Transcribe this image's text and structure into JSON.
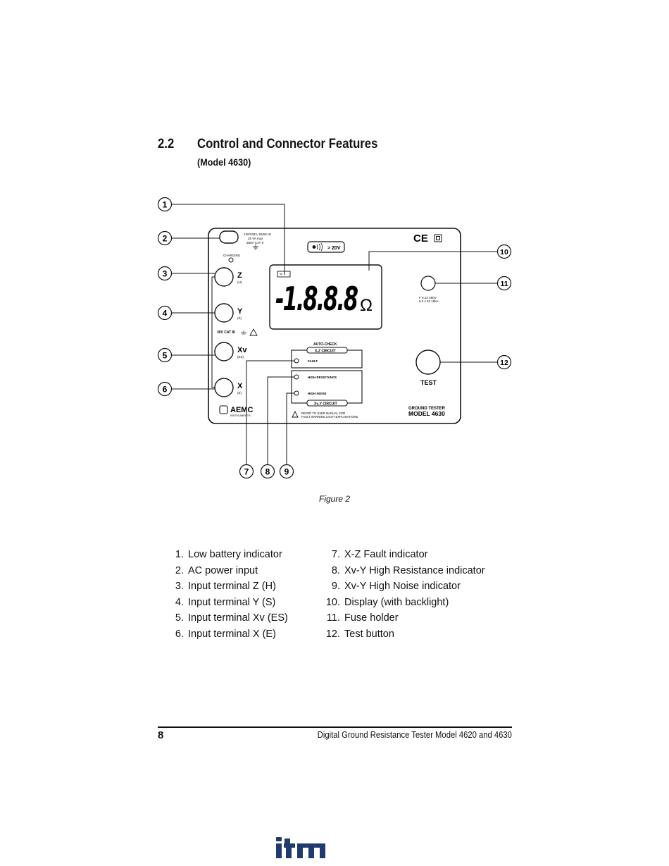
{
  "section": {
    "number": "2.2",
    "title": "Control and Connector Features",
    "subtitle": "(Model 4630)"
  },
  "figure": {
    "caption": "Figure 2",
    "callouts": [
      "1",
      "2",
      "3",
      "4",
      "5",
      "6",
      "7",
      "8",
      "9",
      "10",
      "11",
      "12"
    ],
    "panel": {
      "power_spec_lines": [
        "120/230V, 50/60 Hz",
        "25 VA max",
        "250V CAT II"
      ],
      "charging_label": "CHARGING",
      "indicator_label": "> 20V",
      "display_reading": "-1.8.8.8",
      "display_unit": "Ω",
      "terminals": [
        {
          "letter": "Z",
          "sub": "(H)"
        },
        {
          "letter": "Y",
          "sub": "(S)"
        },
        {
          "letter": "Xv",
          "sub": "(ES)"
        },
        {
          "letter": "X",
          "sub": "(E)"
        }
      ],
      "cat_label": "30V CAT III",
      "auto_check_label": "AUTO-CHECK",
      "xz_circuit_label": "X-Z CIRCUIT",
      "fault_label": "FAULT",
      "high_resistance_label": "HIGH RESISTANCE",
      "high_noise_label": "HIGH NOISE",
      "xvy_circuit_label": "Xv-Y CIRCUIT",
      "manual_note_lines": [
        "REFER TO USER MANUAL FOR",
        "FAULT WARNING LIGHT EXPLANATIONS"
      ],
      "fuse_spec_lines": [
        "F 0.1A 250V",
        "6.3 x 32 10kA"
      ],
      "test_label": "TEST",
      "brand": "AEMC",
      "brand_sub": "INSTRUMENTS",
      "product_line1": "GROUND TESTER",
      "product_line2": "MODEL 4630",
      "ce_mark": "CE"
    }
  },
  "legend_left": [
    {
      "num": "1.",
      "text": "Low battery indicator"
    },
    {
      "num": "2.",
      "text": "AC power input"
    },
    {
      "num": "3.",
      "text": "Input terminal Z (H)"
    },
    {
      "num": "4.",
      "text": "Input terminal Y (S)"
    },
    {
      "num": "5.",
      "text": "Input terminal Xv (ES)"
    },
    {
      "num": "6.",
      "text": "Input terminal X (E)"
    }
  ],
  "legend_right": [
    {
      "num": "7.",
      "text": "X-Z Fault indicator"
    },
    {
      "num": "8.",
      "text": "Xv-Y High Resistance indicator"
    },
    {
      "num": "9.",
      "text": "Xv-Y High Noise indicator"
    },
    {
      "num": "10.",
      "text": "Display (with backlight)"
    },
    {
      "num": "11.",
      "text": "Fuse holder"
    },
    {
      "num": "12.",
      "text": "Test button"
    }
  ],
  "footer": {
    "page_number": "8",
    "doc_title": "Digital Ground Resistance Tester Model 4620 and 4630"
  },
  "watermark": "itm"
}
